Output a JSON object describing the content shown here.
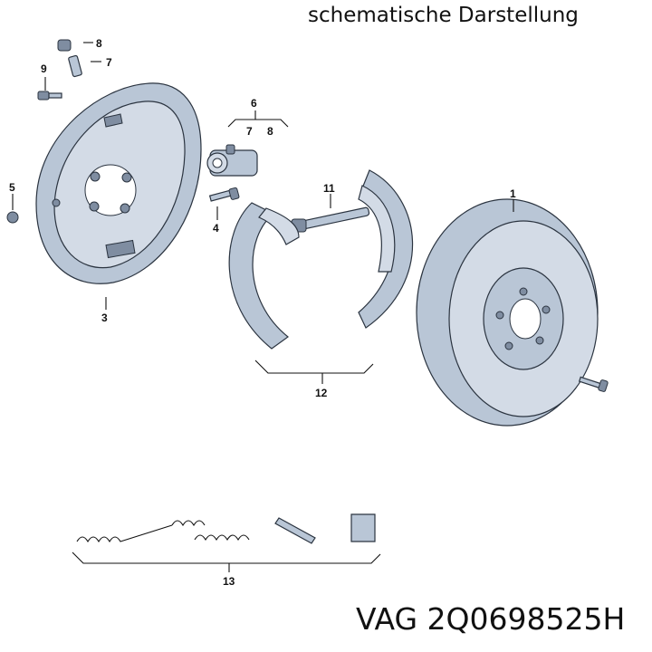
{
  "header": {
    "caption": "schematische Darstellung"
  },
  "footer": {
    "part_number": "VAG 2Q0698525H"
  },
  "labels": {
    "l1": "1",
    "l3": "3",
    "l4": "4",
    "l5": "5",
    "l6": "6",
    "l7a": "7",
    "l7b": "7",
    "l8a": "8",
    "l8b": "8",
    "l9": "9",
    "l11": "11",
    "l12": "12",
    "l13": "13"
  }
}
